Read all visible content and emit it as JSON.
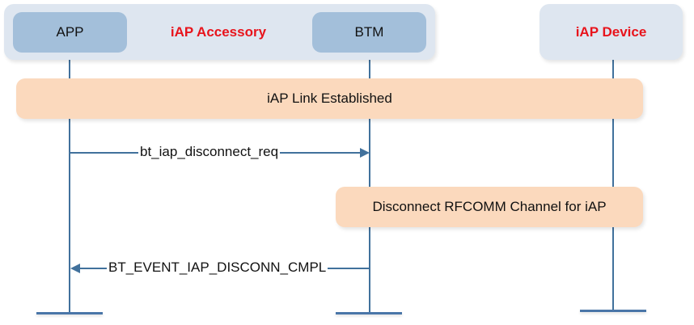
{
  "participants": {
    "accessory_group": {
      "label": "iAP Accessory"
    },
    "app": {
      "label": "APP"
    },
    "btm": {
      "label": "BTM"
    },
    "device": {
      "label": "iAP Device"
    }
  },
  "notes": [
    {
      "label": "iAP Link Established",
      "spans": [
        "APP",
        "BTM",
        "iAP Device"
      ]
    },
    {
      "label": "Disconnect RFCOMM Channel for iAP",
      "spans": [
        "BTM",
        "iAP Device"
      ]
    }
  ],
  "messages": [
    {
      "label": "bt_iap_disconnect_req",
      "from": "APP",
      "to": "BTM"
    },
    {
      "label": "BT_EVENT_IAP_DISCONN_CMPL",
      "from": "BTM",
      "to": "APP"
    }
  ],
  "colors": {
    "actor_fill": "#a3bfda",
    "group_fill": "#dee6f0",
    "note_fill": "#fbd9bd",
    "line": "#41719c",
    "title_red": "#e8141c"
  }
}
